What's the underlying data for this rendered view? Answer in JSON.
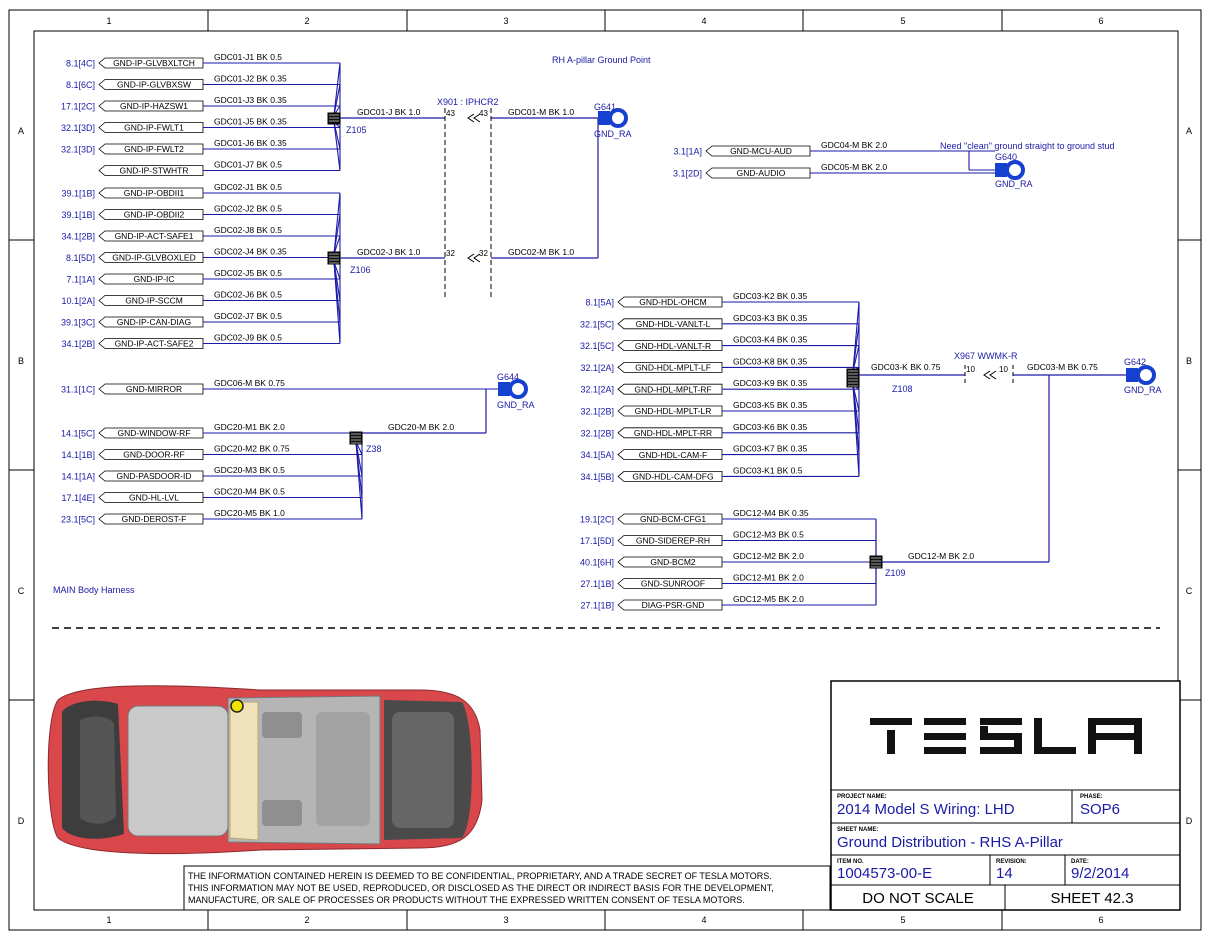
{
  "border": {
    "cols": [
      "1",
      "2",
      "3",
      "4",
      "5",
      "6"
    ],
    "rows": [
      "A",
      "B",
      "C",
      "D"
    ]
  },
  "notes": {
    "rh_apillar": "RH A-pillar Ground Point",
    "clean_ground": "Need \"clean\" ground straight to ground stud",
    "main_harness": "MAIN Body Harness"
  },
  "splices": {
    "z105": "Z105",
    "z106": "Z106",
    "z38": "Z38",
    "z108": "Z108",
    "z109": "Z109"
  },
  "connectors": {
    "x901": "X901 : IPHCR2",
    "x901_pin1": "43",
    "x901_pin2": "43",
    "x901_pin3": "32",
    "x901_pin4": "32",
    "x967": "X967 WWMK-R",
    "x967_pin1": "10",
    "x967_pin2": "10"
  },
  "grounds": {
    "g641": {
      "id": "G641",
      "type": "GND_RA"
    },
    "g640": {
      "id": "G640",
      "type": "GND_RA"
    },
    "g644": {
      "id": "G644",
      "type": "GND_RA"
    },
    "g642": {
      "id": "G642",
      "type": "GND_RA"
    }
  },
  "groups": {
    "z105": [
      {
        "ref": "8.1[4C]",
        "label": "GND-IP-GLVBXLTCH",
        "wire": "GDC01-J1 BK 0.5"
      },
      {
        "ref": "8.1[6C]",
        "label": "GND-IP-GLVBXSW",
        "wire": "GDC01-J2 BK 0.35"
      },
      {
        "ref": "17.1[2C]",
        "label": "GND-IP-HAZSW1",
        "wire": "GDC01-J3 BK 0.35"
      },
      {
        "ref": "32.1[3D]",
        "label": "GND-IP-FWLT1",
        "wire": "GDC01-J5 BK 0.35"
      },
      {
        "ref": "32.1[3D]",
        "label": "GND-IP-FWLT2",
        "wire": "GDC01-J6 BK 0.35"
      },
      {
        "ref": "",
        "label": "GND-IP-STWHTR",
        "wire": "GDC01-J7 BK 0.5"
      }
    ],
    "z106": [
      {
        "ref": "39.1[1B]",
        "label": "GND-IP-OBDII1",
        "wire": "GDC02-J1 BK 0.5"
      },
      {
        "ref": "39.1[1B]",
        "label": "GND-IP-OBDII2",
        "wire": "GDC02-J2 BK 0.5"
      },
      {
        "ref": "34.1[2B]",
        "label": "GND-IP-ACT-SAFE1",
        "wire": "GDC02-J8 BK 0.5"
      },
      {
        "ref": "8.1[5D]",
        "label": "GND-IP-GLVBOXLED",
        "wire": "GDC02-J4 BK 0.35"
      },
      {
        "ref": "7.1[1A]",
        "label": "GND-IP-IC",
        "wire": "GDC02-J5 BK 0.5"
      },
      {
        "ref": "10.1[2A]",
        "label": "GND-IP-SCCM",
        "wire": "GDC02-J6 BK 0.5"
      },
      {
        "ref": "39.1[3C]",
        "label": "GND-IP-CAN-DIAG",
        "wire": "GDC02-J7 BK 0.5"
      },
      {
        "ref": "34.1[2B]",
        "label": "GND-IP-ACT-SAFE2",
        "wire": "GDC02-J9 BK 0.5"
      }
    ],
    "mirror": [
      {
        "ref": "31.1[1C]",
        "label": "GND-MIRROR",
        "wire": "GDC06-M BK 0.75"
      }
    ],
    "z38": [
      {
        "ref": "14.1[5C]",
        "label": "GND-WINDOW-RF",
        "wire": "GDC20-M1 BK 2.0"
      },
      {
        "ref": "14.1[1B]",
        "label": "GND-DOOR-RF",
        "wire": "GDC20-M2 BK 0.75"
      },
      {
        "ref": "14.1[1A]",
        "label": "GND-PASDOOR-ID",
        "wire": "GDC20-M3 BK 0.5"
      },
      {
        "ref": "17.1[4E]",
        "label": "GND-HL-LVL",
        "wire": "GDC20-M4 BK 0.5"
      },
      {
        "ref": "23.1[5C]",
        "label": "GND-DEROST-F",
        "wire": "GDC20-M5 BK 1.0"
      }
    ],
    "g640": [
      {
        "ref": "3.1[1A]",
        "label": "GND-MCU-AUD",
        "wire": "GDC04-M BK 2.0"
      },
      {
        "ref": "3.1[2D]",
        "label": "GND-AUDIO",
        "wire": "GDC05-M BK 2.0"
      }
    ],
    "z108": [
      {
        "ref": "8.1[5A]",
        "label": "GND-HDL-OHCM",
        "wire": "GDC03-K2 BK 0.35"
      },
      {
        "ref": "32.1[5C]",
        "label": "GND-HDL-VANLT-L",
        "wire": "GDC03-K3 BK 0.35"
      },
      {
        "ref": "32.1[5C]",
        "label": "GND-HDL-VANLT-R",
        "wire": "GDC03-K4 BK 0.35"
      },
      {
        "ref": "32.1[2A]",
        "label": "GND-HDL-MPLT-LF",
        "wire": "GDC03-K8 BK 0.35"
      },
      {
        "ref": "32.1[2A]",
        "label": "GND-HDL-MPLT-RF",
        "wire": "GDC03-K9 BK 0.35"
      },
      {
        "ref": "32.1[2B]",
        "label": "GND-HDL-MPLT-LR",
        "wire": "GDC03-K5 BK 0.35"
      },
      {
        "ref": "32.1[2B]",
        "label": "GND-HDL-MPLT-RR",
        "wire": "GDC03-K6 BK 0.35"
      },
      {
        "ref": "34.1[5A]",
        "label": "GND-HDL-CAM-F",
        "wire": "GDC03-K7 BK 0.35"
      },
      {
        "ref": "34.1[5B]",
        "label": "GND-HDL-CAM-DFG",
        "wire": "GDC03-K1 BK 0.5"
      }
    ],
    "z109": [
      {
        "ref": "19.1[2C]",
        "label": "GND-BCM-CFG1",
        "wire": "GDC12-M4 BK 0.35"
      },
      {
        "ref": "17.1[5D]",
        "label": "GND-SIDEREP-RH",
        "wire": "GDC12-M3 BK 0.5"
      },
      {
        "ref": "40.1[6H]",
        "label": "GND-BCM2",
        "wire": "GDC12-M2 BK 2.0"
      },
      {
        "ref": "27.1[1B]",
        "label": "GND-SUNROOF",
        "wire": "GDC12-M1 BK 2.0"
      },
      {
        "ref": "27.1[1B]",
        "label": "DIAG-PSR-GND",
        "wire": "GDC12-M5 BK 2.0"
      }
    ]
  },
  "trunks": {
    "z105_j": "GDC01-J BK 1.0",
    "z105_m": "GDC01-M BK 1.0",
    "z106_j": "GDC02-J BK 1.0",
    "z106_m": "GDC02-M BK 1.0",
    "z38_m": "GDC20-M BK 2.0",
    "z108_k": "GDC03-K BK 0.75",
    "z108_m": "GDC03-M BK 0.75",
    "z109_m": "GDC12-M BK 2.0"
  },
  "title_block": {
    "logo": "TESLA",
    "project_name_label": "PROJECT NAME:",
    "project_name": "2014 Model S Wiring: LHD",
    "phase_label": "PHASE:",
    "phase": "SOP6",
    "sheet_name_label": "SHEET NAME:",
    "sheet_name": "Ground Distribution - RHS A-Pillar",
    "item_no_label": "ITEM NO.",
    "item_no": "1004573-00-E",
    "revision_label": "REVISION:",
    "revision": "14",
    "date_label": "DATE:",
    "date": "9/2/2014",
    "scale_note": "DO NOT SCALE",
    "sheet_no": "SHEET 42.3"
  },
  "disclaimer": [
    "THE INFORMATION CONTAINED HEREIN IS DEEMED TO BE CONFIDENTIAL, PROPRIETARY, AND A TRADE SECRET OF TESLA MOTORS.",
    "THIS INFORMATION MAY NOT BE USED, REPRODUCED, OR DISCLOSED AS THE DIRECT OR INDIRECT BASIS FOR THE DEVELOPMENT,",
    "MANUFACTURE, OR SALE OF PROCESSES OR PRODUCTS WITHOUT THE EXPRESSED WRITTEN CONSENT OF TESLA MOTORS."
  ],
  "colors": {
    "wire": "#1a1aa6",
    "ground_symbol": "#1540d0",
    "text_blue": "#1a1aa6",
    "text_black": "#000000",
    "car_body": "#d9474b"
  }
}
